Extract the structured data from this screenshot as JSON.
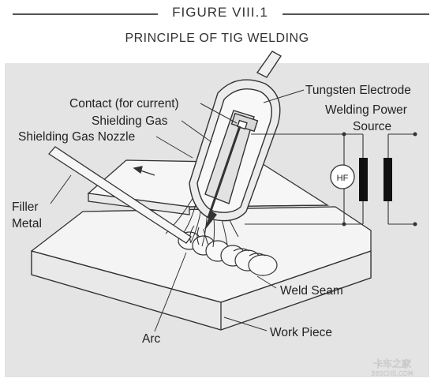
{
  "figure": {
    "label": "FIGURE VIII.1",
    "title": "PRINCIPLE OF TIG WELDING"
  },
  "labels": {
    "tungsten_electrode": "Tungsten Electrode",
    "welding_power": "Welding Power",
    "source": "Source",
    "contact": "Contact (for current)",
    "shielding_gas": "Shielding Gas",
    "shielding_gas_nozzle": "Shielding Gas Nozzle",
    "filler": "Filler",
    "metal": "Metal",
    "hf": "HF",
    "weld_seam": "Weld Seam",
    "arc": "Arc",
    "work_piece": "Work Piece"
  },
  "watermark": {
    "top": "卡车之家",
    "bottom": "360CHE.COM"
  },
  "colors": {
    "panel": "#e4e4e4",
    "line": "#333333",
    "workpiece": "#f2f2f2",
    "coil": "#111111"
  }
}
